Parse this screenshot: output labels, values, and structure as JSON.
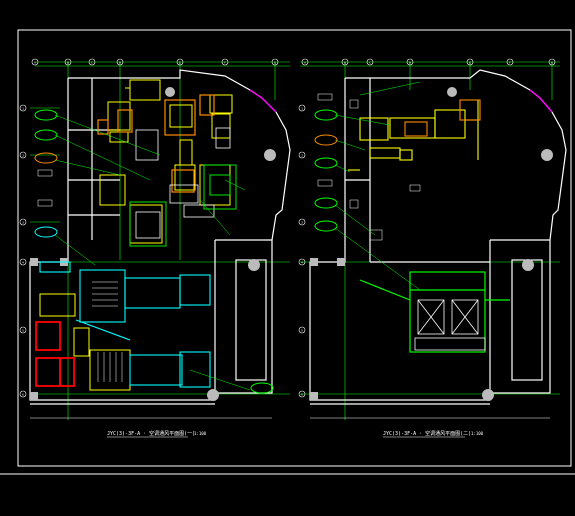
{
  "drawing": {
    "background": "#000000",
    "colors": {
      "frame": "#ffffff",
      "grid": "#00ff00",
      "duct": "#ffff00",
      "cyan": "#00ffff",
      "equipment": "#ff8c00",
      "red": "#ff0000",
      "magenta": "#ff00ff",
      "column": "#bbbbbb",
      "tag": "#00cc00"
    },
    "left_plan": {
      "title": "JYC(3)-3F-A · 空调通风平面图(一)",
      "scale": "1:100",
      "grid_bubbles": [
        "A",
        "B",
        "C",
        "D",
        "E",
        "F",
        "G"
      ],
      "row_bubbles": [
        "1",
        "2",
        "3",
        "4",
        "5",
        "6"
      ]
    },
    "right_plan": {
      "title": "JYC(3)-3F-A · 空调通风平面图(二)",
      "scale": "1:100",
      "grid_bubbles": [
        "A",
        "B",
        "C",
        "D",
        "E",
        "F",
        "G"
      ],
      "row_bubbles": [
        "1",
        "2",
        "3",
        "4",
        "5",
        "6"
      ]
    }
  }
}
